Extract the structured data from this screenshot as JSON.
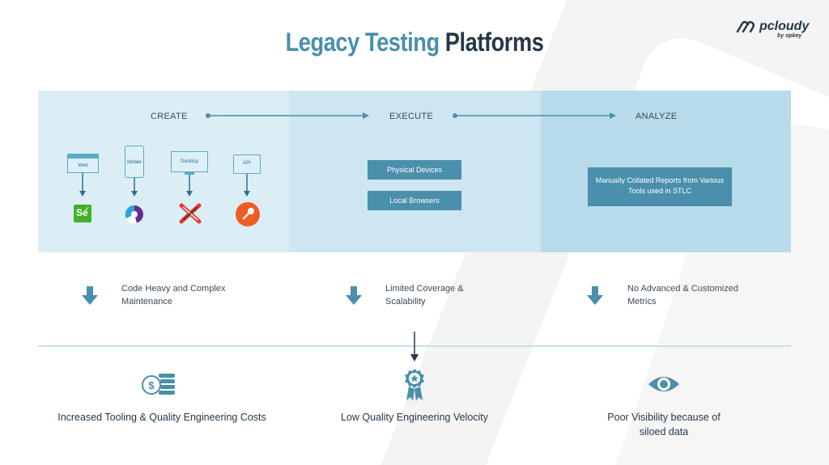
{
  "title": {
    "part1": "Legacy Testing",
    "part2": "Platforms"
  },
  "logo": {
    "name": "pcloudy",
    "sub": "by opkey"
  },
  "stages": [
    {
      "label": "CREATE"
    },
    {
      "label": "EXECUTE"
    },
    {
      "label": "ANALYZE"
    }
  ],
  "create_items": [
    {
      "label": "Web",
      "tool_icon": "selenium-icon"
    },
    {
      "label": "Mobile",
      "tool_icon": "appium-icon"
    },
    {
      "label": "Desktop",
      "tool_icon": "winappdriver-icon"
    },
    {
      "label": "API",
      "tool_icon": "postman-icon"
    }
  ],
  "tool_text": {
    "selenium": "Se"
  },
  "execute_items": [
    "Physical Devices",
    "Local Browsers"
  ],
  "analyze_text": "Manually Collated Reports from Various Tools used in STLC",
  "issues": [
    {
      "text": "Code Heavy and Complex Maintenance"
    },
    {
      "text": "Limited Coverage & Scalability"
    },
    {
      "text": "No Advanced & Customized Metrics"
    }
  ],
  "outcomes": [
    {
      "text": "Increased Tooling & Quality Engineering Costs",
      "icon": "money-coins-icon"
    },
    {
      "text": "Low Quality Engineering Velocity",
      "icon": "award-badge-icon"
    },
    {
      "text": "Poor Visibility because of siloed data",
      "icon": "eye-icon"
    }
  ],
  "colors": {
    "panel_create": "#dceef5",
    "panel_execute": "#cde6f1",
    "panel_analyze": "#b7dbe9",
    "accent": "#4a8fab",
    "dark": "#25384a",
    "divider": "#bfe3ef"
  }
}
